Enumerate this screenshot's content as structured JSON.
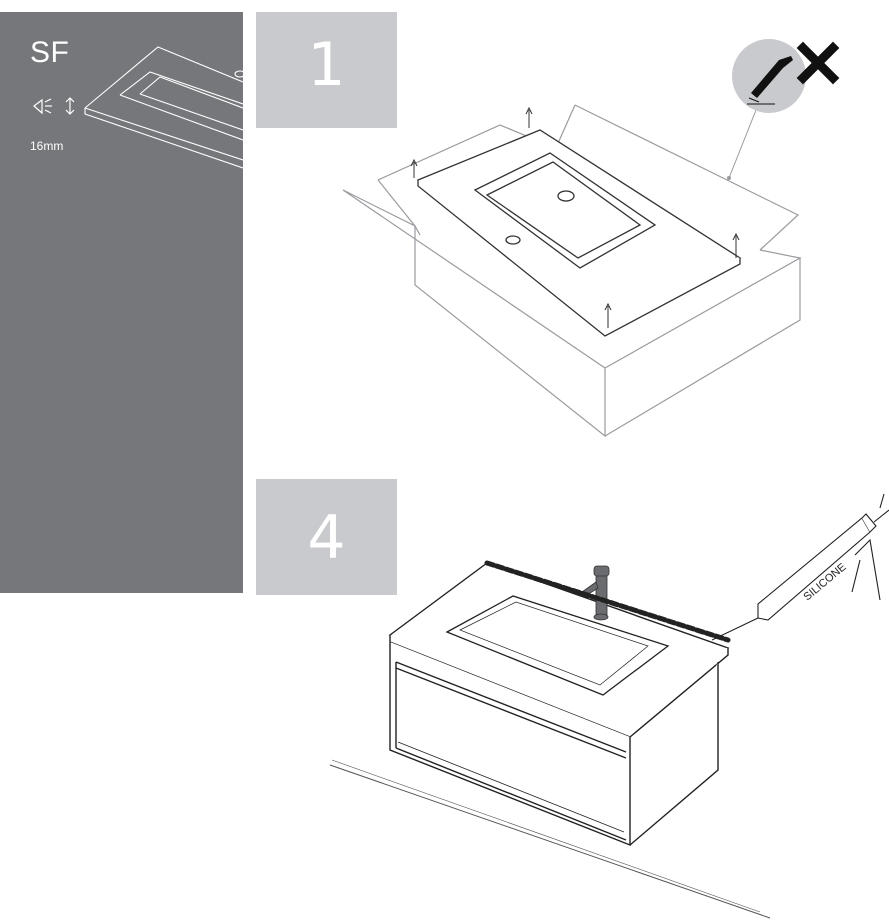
{
  "panel": {
    "code": "SF",
    "thickness": "16mm",
    "icons": [
      "speaker-icon",
      "up-down-arrow-icon"
    ],
    "color": "#76777b"
  },
  "steps": [
    {
      "number": "1"
    },
    {
      "number": "4"
    }
  ],
  "silicone_label": "SILICONE",
  "no_tool_icon": "sealant-gun-crossed-icon",
  "colors": {
    "step_box": "#c9cacd",
    "line": "#333333",
    "box_line": "#9a9b9f"
  }
}
